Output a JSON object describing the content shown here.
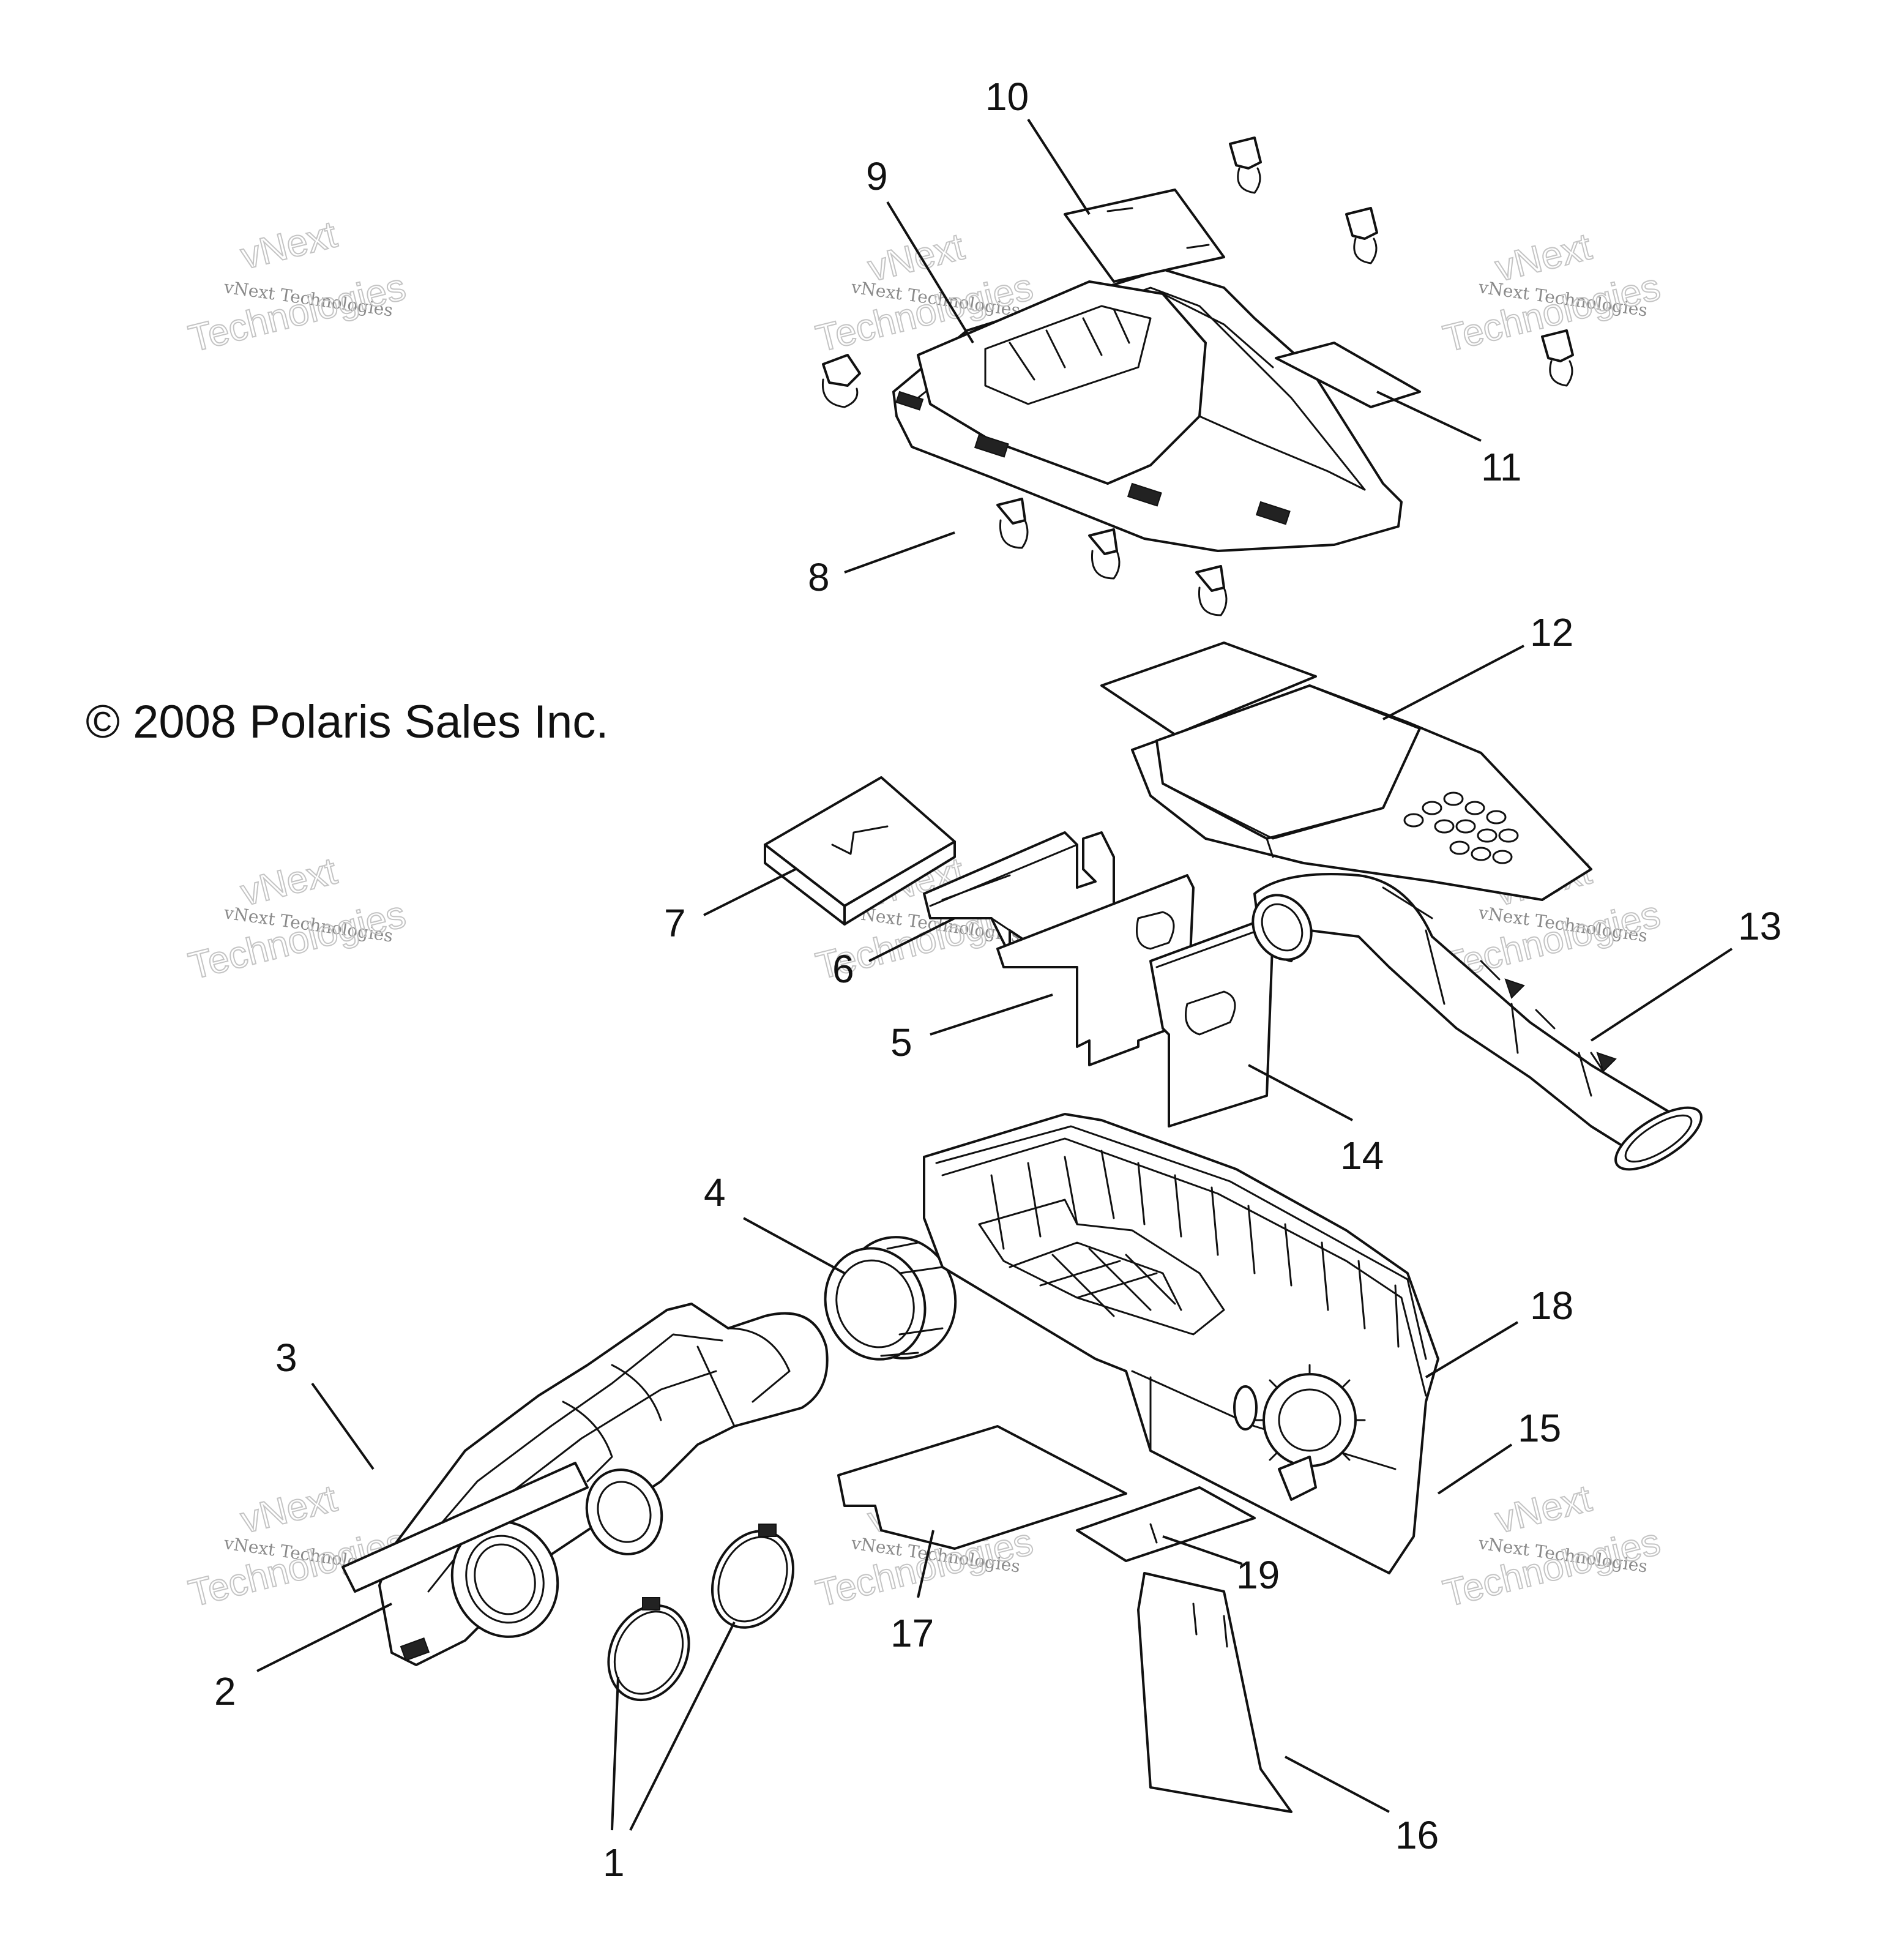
{
  "copyright": "© 2008 Polaris Sales Inc.",
  "watermark": {
    "line": "vNext Technologies",
    "top_word": "vNext",
    "bottom_word": "Technologies"
  },
  "callouts": [
    "1",
    "2",
    "3",
    "4",
    "5",
    "6",
    "7",
    "8",
    "9",
    "10",
    "11",
    "12",
    "13",
    "14",
    "15",
    "16",
    "17",
    "18",
    "19"
  ],
  "colors": {
    "line": "#111111",
    "watermark": "#8a8a8a",
    "background": "#ffffff"
  }
}
